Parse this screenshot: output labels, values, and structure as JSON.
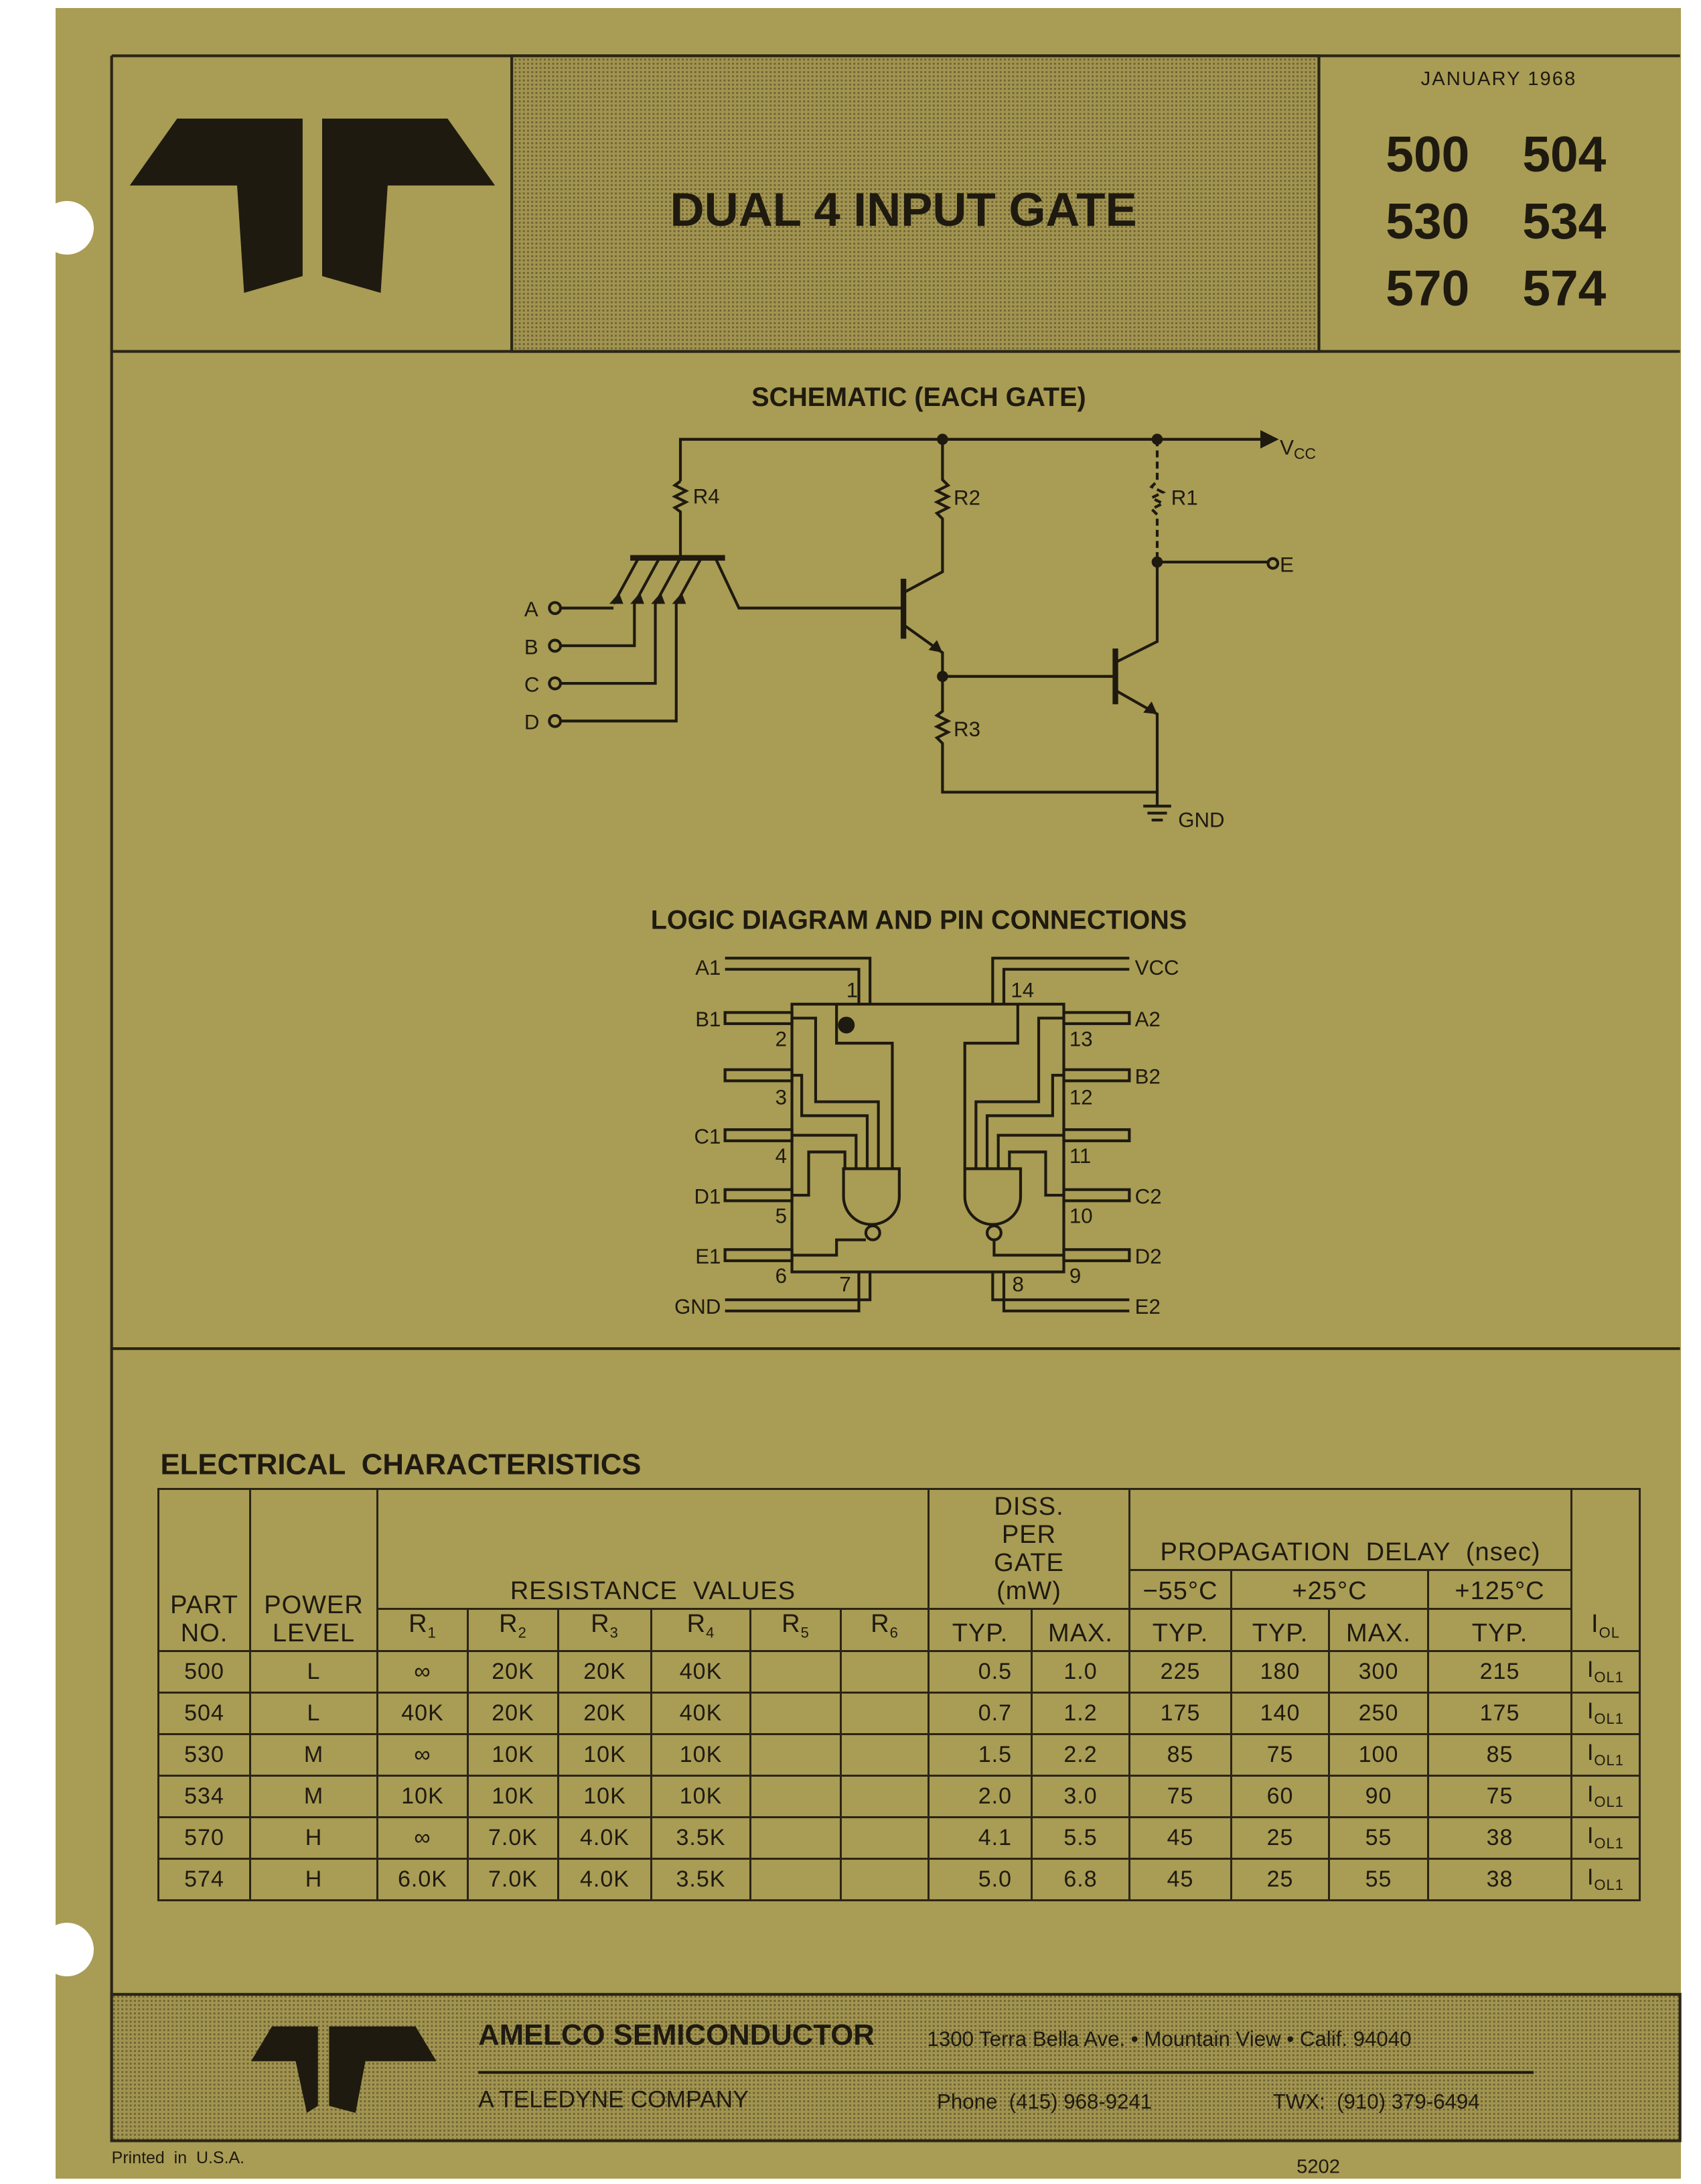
{
  "header": {
    "title": "DUAL 4 INPUT GATE",
    "date": "JANUARY 1968",
    "part_numbers": [
      "500",
      "504",
      "530",
      "534",
      "570",
      "574"
    ]
  },
  "schematic": {
    "title": "SCHEMATIC (EACH GATE)",
    "labels": {
      "vcc": "V",
      "vcc_sub": "CC",
      "r1": "R1",
      "r2": "R2",
      "r3": "R3",
      "r4": "R4",
      "e": "E",
      "gnd": "GND",
      "a": "A",
      "b": "B",
      "c": "C",
      "d": "D"
    }
  },
  "logic": {
    "title": "LOGIC DIAGRAM AND PIN CONNECTIONS",
    "left_labels": [
      "A1",
      "B1",
      "",
      "C1",
      "D1",
      "E1",
      "GND"
    ],
    "left_pins": [
      "1",
      "2",
      "3",
      "4",
      "5",
      "6",
      "7"
    ],
    "right_labels": [
      "VCC",
      "A2",
      "B2",
      "",
      "C2",
      "D2",
      "E2"
    ],
    "right_pins": [
      "14",
      "13",
      "12",
      "11",
      "10",
      "9",
      "8"
    ]
  },
  "table": {
    "title": "ELECTRICAL  CHARACTERISTICS",
    "headers": {
      "part": "PART",
      "part2": "NO.",
      "power": "POWER",
      "power2": "LEVEL",
      "resistance": "RESISTANCE  VALUES",
      "diss": "DISS.",
      "diss2": "PER",
      "diss3": "GATE",
      "diss4": "(mW)",
      "prop": "PROPAGATION  DELAY  (nsec)",
      "t1": "−55°C",
      "t2": "+25°C",
      "t3": "+125°C",
      "r": [
        "R",
        "R",
        "R",
        "R",
        "R",
        "R"
      ],
      "r_sub": [
        "1",
        "2",
        "3",
        "4",
        "5",
        "6"
      ],
      "typ": "TYP.",
      "max": "MAX.",
      "iol": "I",
      "iol_sub": "OL"
    },
    "rows": [
      [
        "500",
        "L",
        "∞",
        "20K",
        "20K",
        "40K",
        "",
        "",
        "0.5",
        "1.0",
        "225",
        "180",
        "300",
        "215",
        "OL1"
      ],
      [
        "504",
        "L",
        "40K",
        "20K",
        "20K",
        "40K",
        "",
        "",
        "0.7",
        "1.2",
        "175",
        "140",
        "250",
        "175",
        "OL1"
      ],
      [
        "530",
        "M",
        "∞",
        "10K",
        "10K",
        "10K",
        "",
        "",
        "1.5",
        "2.2",
        "85",
        "75",
        "100",
        "85",
        "OL1"
      ],
      [
        "534",
        "M",
        "10K",
        "10K",
        "10K",
        "10K",
        "",
        "",
        "2.0",
        "3.0",
        "75",
        "60",
        "90",
        "75",
        "OL1"
      ],
      [
        "570",
        "H",
        "∞",
        "7.0K",
        "4.0K",
        "3.5K",
        "",
        "",
        "4.1",
        "5.5",
        "45",
        "25",
        "55",
        "38",
        "OL1"
      ],
      [
        "574",
        "H",
        "6.0K",
        "7.0K",
        "4.0K",
        "3.5K",
        "",
        "",
        "5.0",
        "6.8",
        "45",
        "25",
        "55",
        "38",
        "OL1"
      ]
    ]
  },
  "footer": {
    "company": "AMELCO SEMICONDUCTOR",
    "address": "1300 Terra Bella Ave. • Mountain View • Calif. 94040",
    "parent": "A TELEDYNE COMPANY",
    "phone": "Phone  (415) 968-9241",
    "twx": "TWX:  (910) 379-6494",
    "printed": "Printed  in  U.S.A.",
    "doc_number": "5202"
  },
  "colors": {
    "paper": "#a99c54",
    "ink": "#1e1a10"
  }
}
